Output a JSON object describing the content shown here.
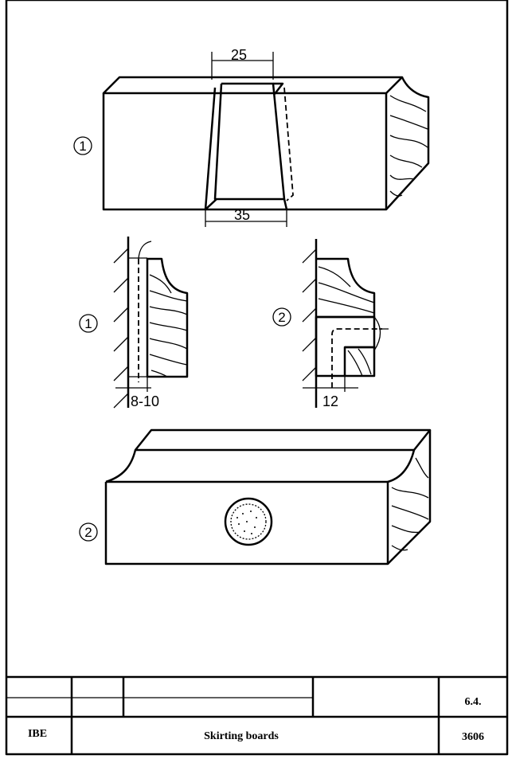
{
  "drawing": {
    "top_view": {
      "callout": "1",
      "dim_top": "25",
      "dim_bottom": "35"
    },
    "section_1": {
      "callout": "1",
      "dim": "8-10"
    },
    "section_2": {
      "callout": "2",
      "dim": "12"
    },
    "bottom_view": {
      "callout": "2"
    }
  },
  "title_block": {
    "company": "IBE",
    "title": "Skirting boards",
    "section": "6.4.",
    "sheet_number": "3606"
  }
}
